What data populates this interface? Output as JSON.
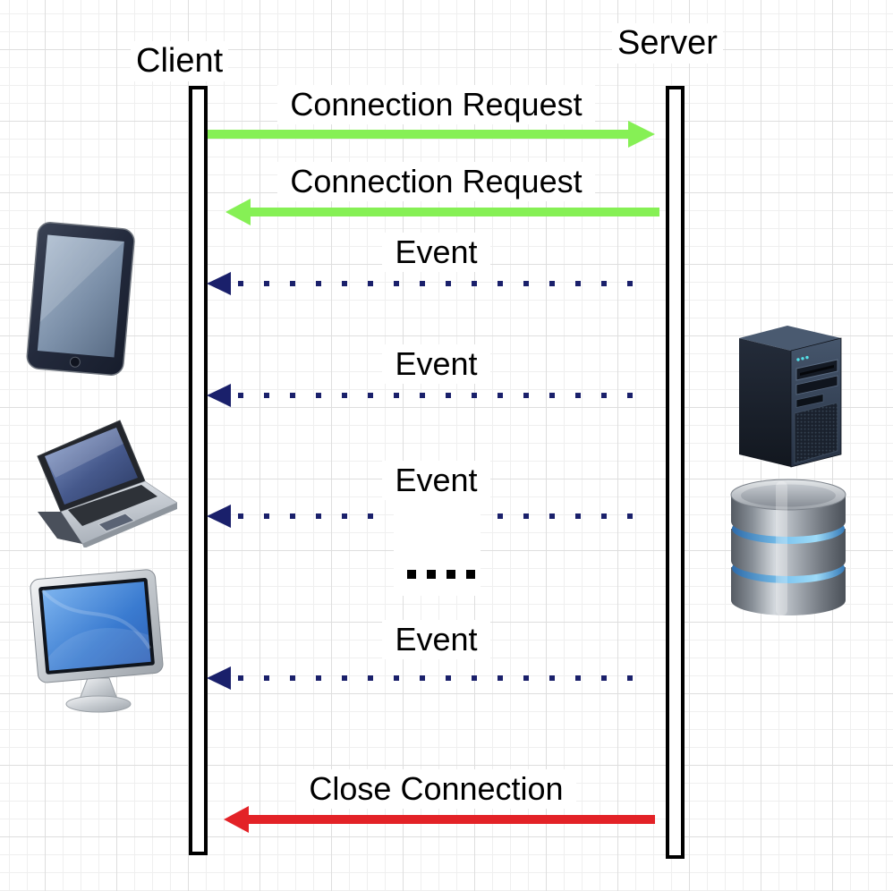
{
  "diagram": {
    "type": "sequence-diagram",
    "actors": {
      "client": {
        "label": "Client"
      },
      "server": {
        "label": "Server"
      }
    },
    "messages": [
      {
        "label": "Connection Request",
        "from": "client",
        "to": "server",
        "line_style": "solid",
        "color": "#86f055"
      },
      {
        "label": "Connection Request",
        "from": "server",
        "to": "client",
        "line_style": "solid",
        "color": "#86f055"
      },
      {
        "label": "Event",
        "from": "server",
        "to": "client",
        "line_style": "dotted",
        "color": "#1a206b"
      },
      {
        "label": "Event",
        "from": "server",
        "to": "client",
        "line_style": "dotted",
        "color": "#1a206b"
      },
      {
        "label": "Event",
        "from": "server",
        "to": "client",
        "line_style": "dotted",
        "color": "#1a206b"
      },
      {
        "label": "Event",
        "from": "server",
        "to": "client",
        "line_style": "dotted",
        "color": "#1a206b"
      },
      {
        "label": "Close Connection",
        "from": "server",
        "to": "client",
        "line_style": "solid",
        "color": "#e32227"
      }
    ],
    "ellipsis_label": "....",
    "icons": {
      "client_side": [
        "tablet",
        "laptop",
        "desktop-computer"
      ],
      "server_side": [
        "server-tower",
        "database"
      ]
    },
    "colors": {
      "lifeline_stroke": "#000000",
      "text": "#000000",
      "grid_minor": "#efefef",
      "grid_major": "#dedede"
    }
  }
}
